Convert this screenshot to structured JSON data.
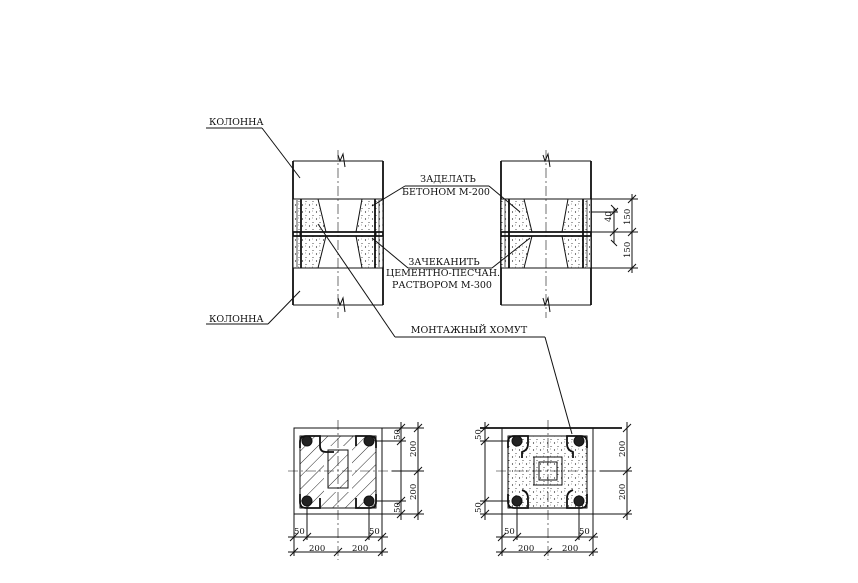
{
  "labels": {
    "column_top": "КОЛОННА",
    "column_bottom": "КОЛОННА",
    "fill_concrete_line1": "ЗАДЕЛАТЬ",
    "fill_concrete_line2": "БЕТОНОМ М-200",
    "caulk_line1": "ЗАЧЕКАНИТЬ",
    "caulk_line2": "ЦЕМЕНТНО-ПЕСЧАН.",
    "caulk_line3": "РАСТВОРОМ М-300",
    "mounting_clamp": "МОНТАЖНЫЙ ХОМУТ"
  },
  "dimensions": {
    "right_elevation": {
      "d40": "40",
      "d150_top": "150",
      "d150_bottom": "150"
    },
    "left_plan": {
      "right_50_top": "50",
      "right_200_top": "200",
      "right_200_bottom": "200",
      "right_50_bottom": "50",
      "bottom_50_left": "50",
      "bottom_50_right": "50",
      "bottom_200_left": "200",
      "bottom_200_right": "200"
    },
    "right_plan": {
      "left_50_top": "50",
      "left_50_bottom": "50",
      "right_200_top": "200",
      "right_200_bottom": "200",
      "bottom_50_left": "50",
      "bottom_50_right": "50",
      "bottom_200_left": "200",
      "bottom_200_right": "200"
    }
  }
}
